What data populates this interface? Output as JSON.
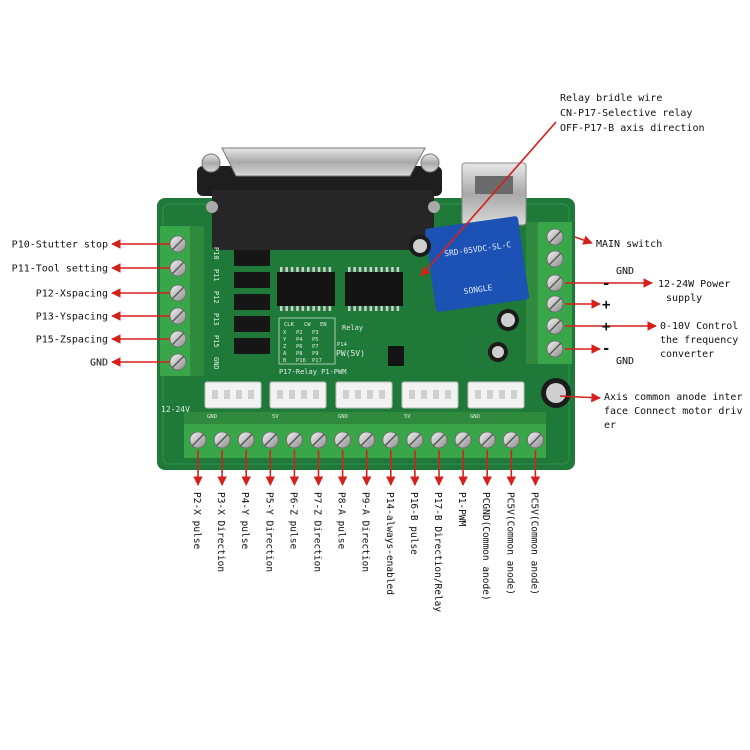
{
  "relay_note": {
    "lines": [
      "Relay bridle wire",
      "CN-P17-Selective relay",
      "OFF-P17-B axis direction"
    ]
  },
  "left_labels": [
    "P10-Stutter stop",
    "P11-Tool setting",
    "P12-Xspacing",
    "P13-Yspacing",
    "P15-Zspacing",
    "GND"
  ],
  "right_labels": {
    "main_switch": "MAIN switch",
    "gnd_top": "GND",
    "power_line1": "12-24W Power",
    "power_line2": "supply",
    "control_line1": "0-10V Control",
    "control_line2": "the frequency",
    "control_line3": "converter",
    "gnd_bottom": "GND",
    "minus_sign": "-",
    "plus_sign": "+"
  },
  "axis_note": {
    "lines": [
      "Axis common anode inter",
      "face Connect motor driv",
      "er"
    ]
  },
  "bottom_labels": [
    "P2-X pulse",
    "P3-X Direction",
    "P4-Y pulse",
    "P5-Y Direction",
    "P6-Z pulse",
    "P7-Z Direction",
    "P8-A pulse",
    "P9-A Direction",
    "P14-always-enabled",
    "P16-B pulse",
    "P17-B Direction/Relay",
    "P1-PWM",
    "PCGND(Common anode)",
    "PC5V(Common anode)",
    "PC5V(Common anode)"
  ],
  "board": {
    "left_pins": [
      "P10",
      "P11",
      "P12",
      "P13",
      "P15",
      "GND"
    ],
    "voltage_label": "12-24V",
    "relay_text": [
      "SRD-05VDC-SL-C",
      "SONGLE"
    ],
    "relay_small_label": "Relay",
    "pw_label": "PW(5V)",
    "silk_header": "P17-Relay P1-PWM",
    "table": {
      "header": [
        "CLK",
        "CW",
        "EN"
      ],
      "rows": [
        [
          "X",
          "P2",
          "P3"
        ],
        [
          "Y",
          "P4",
          "P5"
        ],
        [
          "Z",
          "P6",
          "P7"
        ],
        [
          "A",
          "P8",
          "P9"
        ],
        [
          "B",
          "P16",
          "P17"
        ]
      ],
      "side": "P14"
    },
    "connector_labels": [
      "GND",
      "5V",
      "GND",
      "5V",
      "GND"
    ]
  },
  "colors": {
    "pcb": "#1f7a3a",
    "terminal": "#3aa64a",
    "arrow": "#d6201b",
    "relay": "#1b52b3",
    "db25": "#2b2b2b"
  }
}
